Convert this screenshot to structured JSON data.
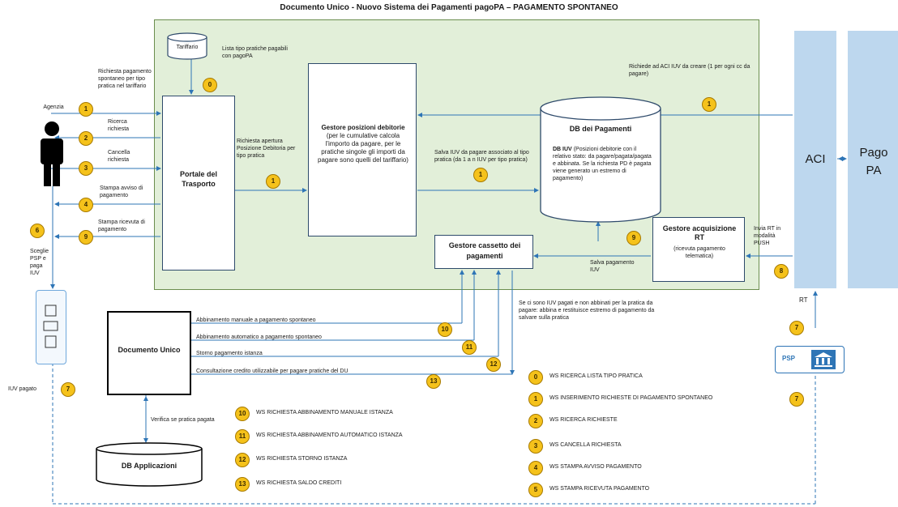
{
  "title": "Documento Unico - Nuovo Sistema dei Pagamenti pagoPA – PAGAMENTO SPONTANEO",
  "colors": {
    "green_area": "#e2efd9",
    "blue_panel": "#bdd7ee",
    "badge": "#f5c21b",
    "line": "#2e75b6"
  },
  "actors": {
    "agenzia": "Agenzia",
    "aci": "ACI",
    "pagopa": "Pago PA",
    "psp": "PSP"
  },
  "boxes": {
    "tariffario": "Tariffario",
    "portale": "Portale del Trasporto",
    "gestore_posizioni": {
      "title": "Gestore posizioni debitorie",
      "body": "(per le cumulative calcola l'importo da pagare, per le pratiche singole gli importi da pagare sono quelli del tariffario)"
    },
    "db_pagamenti": {
      "title": "DB dei Pagamenti",
      "bold": "DB IUV",
      "body": "(Posizioni debitorie con il relativo stato: da pagare/pagata/pagata e abbinata. Se la richiesta PD è pagata viene generato un estremo di pagamento)"
    },
    "gestore_rt": {
      "title": "Gestore acquisizione RT",
      "body": "(ricevuta pagamento telematica)"
    },
    "gestore_cassetto": "Gestore cassetto dei pagamenti",
    "documento_unico": "Documento Unico",
    "db_applicazioni": "DB Applicazioni"
  },
  "labels": {
    "lista_tipo": "Lista tipo pratiche pagabili con pagoPA",
    "richiesta_spontaneo": "Richiesta pagamento spontaneo per tipo pratica nel tariffario",
    "ricerca_richiesta": "Ricerca richiesta",
    "cancella_richiesta": "Cancella richiesta",
    "stampa_avviso": "Stampa avviso di pagamento",
    "stampa_ricevuta": "Stampa ricevuta di pagamento",
    "richiesta_apertura": "Richiesta apertura Posizione Debitoria per tipo pratica",
    "salva_iuv": "Salva IUV da pagare associato al tipo pratica (da 1 a n IUV per tipo pratica)",
    "richieste_aci": "Richiede ad ACI IUV da creare (1 per ogni cc da pagare)",
    "invia_rt": "Invia RT in modalità PUSH",
    "salva_pagamento": "Salva pagamento IUV",
    "sceglie_psp": "Sceglie PSP e paga IUV",
    "iuv_pagato": "IUV pagato",
    "rt": "RT",
    "verifica": "Verifica se pratica pagata",
    "iuv_non_abbinati": "Se ci sono IUV pagati e non abbinati per la pratica da pagare: abbina e restituisce estremo di pagamento da salvare sulla pratica",
    "abb_manuale": "Abbinamento manuale a pagamento spontaneo",
    "abb_automatico": "Abbinamento automatico a pagamento spontaneo",
    "storno": "Storno pagamento istanza",
    "consultazione": "Consultazione credito utilizzabile per pagare pratiche del DU"
  },
  "badges": {
    "b0": "0",
    "b1": "1",
    "b2": "2",
    "b3": "3",
    "b4": "4",
    "b5": "5",
    "b6": "6",
    "b7": "7",
    "b8": "8",
    "b9": "9",
    "b10": "10",
    "b11": "11",
    "b12": "12",
    "b13": "13"
  },
  "legend_left": [
    {
      "num": "10",
      "text": "WS RICHIESTA ABBINAMENTO MANUALE ISTANZA"
    },
    {
      "num": "11",
      "text": "WS RICHIESTA ABBINAMENTO AUTOMATICO ISTANZA"
    },
    {
      "num": "12",
      "text": "WS RICHIESTA STORNO ISTANZA"
    },
    {
      "num": "13",
      "text": "WS RICHIESTA SALDO CREDITI"
    }
  ],
  "legend_right": [
    {
      "num": "0",
      "text": "WS RICERCA LISTA TIPO PRATICA"
    },
    {
      "num": "1",
      "text": "WS INSERIMENTO RICHIESTE DI PAGAMENTO SPONTANEO"
    },
    {
      "num": "2",
      "text": "WS RICERCA RICHIESTE"
    },
    {
      "num": "3",
      "text": "WS CANCELLA RICHIESTA"
    },
    {
      "num": "4",
      "text": "WS STAMPA AVVISO PAGAMENTO"
    },
    {
      "num": "5",
      "text": "WS STAMPA RICEVUTA PAGAMENTO"
    }
  ]
}
